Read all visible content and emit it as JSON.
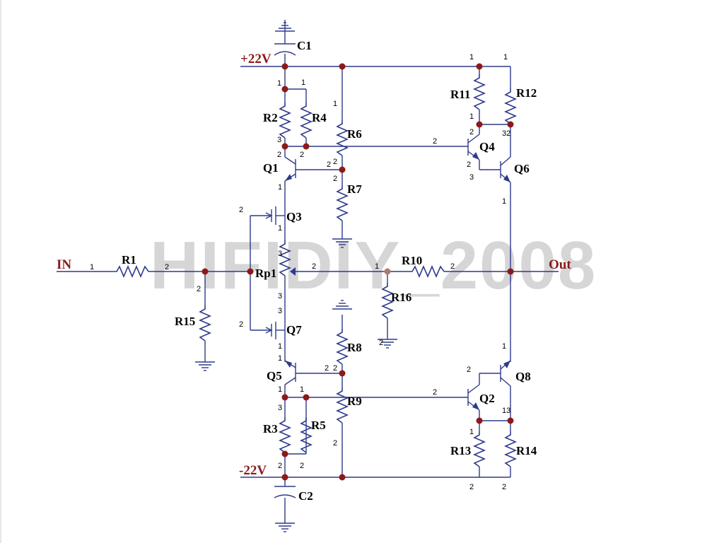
{
  "watermark": "HIFIDIY_2008",
  "rails": {
    "positive": "+22V",
    "negative": "-22V"
  },
  "ports": {
    "input": "IN",
    "output": "Out"
  },
  "capacitors": [
    "C1",
    "C2"
  ],
  "resistors": [
    "R1",
    "R2",
    "R3",
    "R4",
    "R5",
    "R6",
    "R7",
    "R8",
    "R9",
    "R10",
    "R11",
    "R12",
    "R13",
    "R14",
    "R15",
    "R16"
  ],
  "potentiometer": "Rp1",
  "transistors": [
    "Q1",
    "Q2",
    "Q3",
    "Q4",
    "Q5",
    "Q6",
    "Q7",
    "Q8"
  ],
  "pins": {
    "p1": "1",
    "p2": "2",
    "p3": "3",
    "p32": "32",
    "p13": "13"
  },
  "colors": {
    "wire": "#2e3a8c",
    "junction": "#8b1a1a",
    "label": "#000000",
    "rail_label": "#8b1a1a"
  }
}
